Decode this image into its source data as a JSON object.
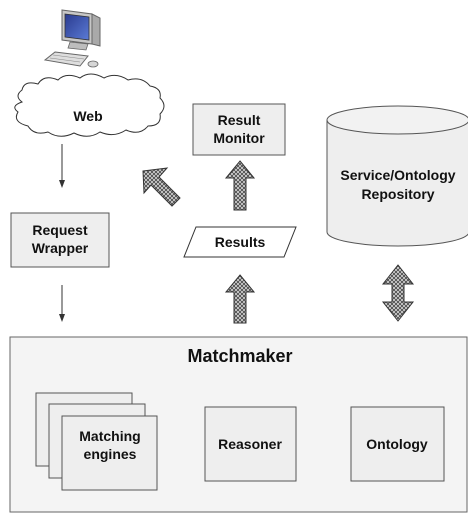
{
  "nodes": {
    "web": "Web",
    "request_wrapper": [
      "Request",
      "Wrapper"
    ],
    "result_monitor": [
      "Result",
      "Monitor"
    ],
    "results": "Results",
    "repository": [
      "Service/Ontology",
      "Repository"
    ],
    "matchmaker": "Matchmaker",
    "matching_engines": [
      "Matching",
      "engines"
    ],
    "reasoner": "Reasoner",
    "ontology": "Ontology"
  },
  "icons": {
    "user": "computer-icon"
  },
  "colors": {
    "box_fill": "#eeeeee",
    "box_stroke": "#555555",
    "matchmaker_fill": "#f4f4f4",
    "arrow_fill": "#7a7a7a",
    "text": "#111111"
  }
}
